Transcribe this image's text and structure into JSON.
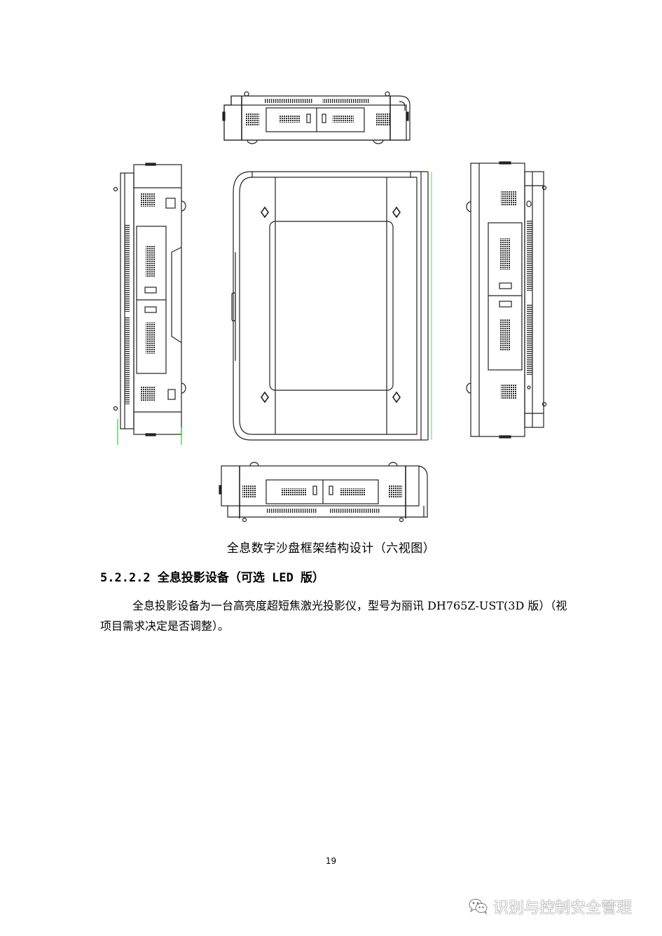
{
  "figure": {
    "type": "six-view engineering drawing",
    "views": [
      "top-view",
      "left-view",
      "front-view",
      "right-view",
      "bottom-view"
    ],
    "caption": "全息数字沙盘框架结构设计（六视图）"
  },
  "section": {
    "heading": "5.2.2.2 全息投影设备（可选 LED 版）",
    "paragraph": "全息投影设备为一台高亮度超短焦激光投影仪，型号为丽讯 DH765Z-UST(3D 版）（视项目需求决定是否调整）。"
  },
  "footer": {
    "page_number": "19",
    "watermark": "识别与控制安全管理"
  }
}
